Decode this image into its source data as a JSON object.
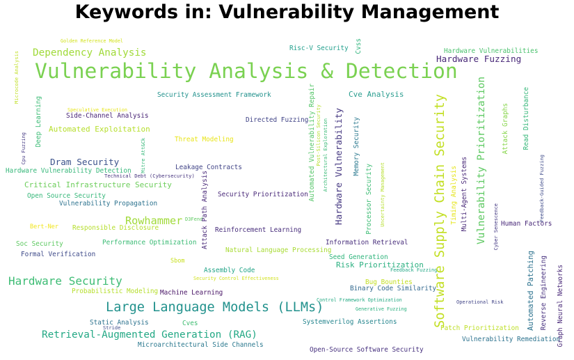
{
  "title": "Keywords in: Vulnerability Management",
  "words": [
    "Golden Reference Model",
    "Dependency Analysis",
    "Vulnerability Analysis & Detection",
    "Risc-V Security",
    "Hardware Vulnerabilities",
    "Hardware Fuzzing",
    "Security Assessment Framework",
    "Cve Analysis",
    "Speculative Execution",
    "Side-Channel Analysis",
    "Directed Fuzzing",
    "Automated Exploitation",
    "Threat Modeling",
    "Dram Security",
    "Leakage Contracts",
    "Hardware Vulnerability Detection",
    "Technical Debt (Cybersecurity)",
    "Critical Infrastructure Security",
    "Open Source Security",
    "Security Prioritization",
    "Vulnerability Propagation",
    "Rowhammer",
    "D3Fend",
    "Bert-Ner",
    "Responsible Disclosure",
    "Reinforcement Learning",
    "Soc Security",
    "Performance Optimization",
    "Information Retrieval",
    "Natural Language Processing",
    "Formal Verification",
    "Seed Generation",
    "Sbom",
    "Risk Prioritization",
    "Feedback Fuzzing",
    "Assembly Code",
    "Security Control Effectiveness",
    "Hardware Security",
    "Bug Bounties",
    "Binary Code Similarity",
    "Probabilistic Modeling",
    "Machine Learning",
    "Control Framework Optimization",
    "Operational Risk",
    "Large Language Models (LLMs)",
    "Generative Fuzzing",
    "Static Analysis",
    "Systemverilog Assertions",
    "Cves",
    "Stride",
    "Patch Prioritization",
    "Retrieval-Augmented Generation (RAG)",
    "Vulnerability Remediation",
    "Microarchitectural Side Channels",
    "Open-Source Software Security",
    "Human Factors",
    "Microcode Analysis",
    "Cvss",
    "Deep Learning",
    "Cpu Fuzzing",
    "Mitre Att&Ck",
    "Automated Vulnerability Repair",
    "Post-Silicon Security",
    "Architectural Exploration",
    "Hardware Vulnerability",
    "Memory Security",
    "Processor Security",
    "Uncertainty Management",
    "Attack Path Analysis",
    "Software Supply Chain Security",
    "Timing Analysis",
    "Multi-Agent Systems",
    "Vulnerability Prioritization",
    "Attack Graphs",
    "Read Disturbance",
    "Feedback-Guided Fuzzing",
    "Cyber Senescence",
    "Automated Patching",
    "Reverse Engineering",
    "Graph Neural Networks"
  ]
}
